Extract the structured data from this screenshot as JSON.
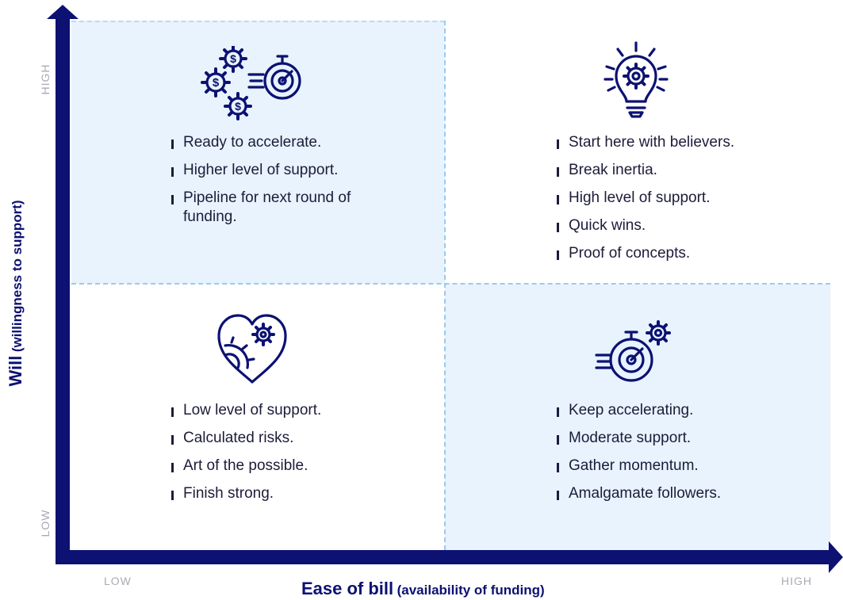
{
  "axes": {
    "y_title": "Will",
    "y_subtitle": "(willingness to support)",
    "y_high": "HIGH",
    "y_low": "LOW",
    "x_title": "Ease of bill",
    "x_subtitle": "(availability of funding)",
    "x_low": "LOW",
    "x_high": "HIGH"
  },
  "colors": {
    "axis": "#0c1172",
    "quadrant_fill": "#e8f3fd",
    "divider": "#9ccaf0"
  },
  "quadrants": {
    "top_left": {
      "icon": "gears-money-stopwatch-icon",
      "items": [
        "Ready to accelerate.",
        "Higher level of support.",
        "Pipeline for next round of funding."
      ]
    },
    "top_right": {
      "icon": "lightbulb-gear-icon",
      "items": [
        "Start here with believers.",
        "Break inertia.",
        "High level of support.",
        "Quick wins.",
        "Proof of concepts."
      ]
    },
    "bottom_left": {
      "icon": "heart-gears-icon",
      "items": [
        "Low level of support.",
        "Calculated risks.",
        "Art of the possible.",
        "Finish strong."
      ]
    },
    "bottom_right": {
      "icon": "stopwatch-gear-icon",
      "items": [
        "Keep accelerating.",
        "Moderate support.",
        "Gather momentum.",
        "Amalgamate followers."
      ]
    }
  }
}
